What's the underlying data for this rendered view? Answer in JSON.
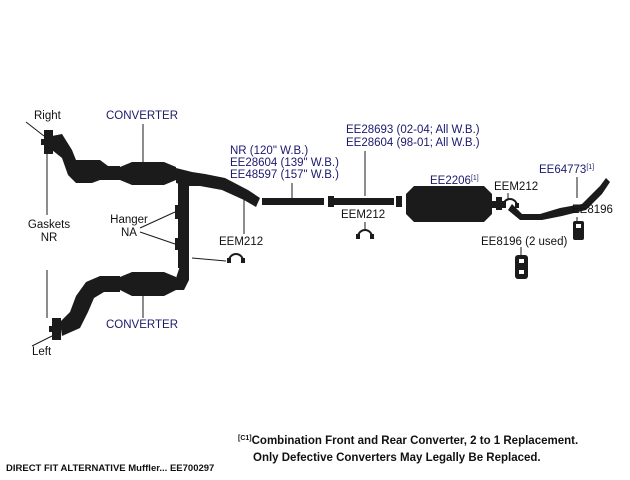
{
  "labels": {
    "right": "Right",
    "left": "Left",
    "converter_top": "CONVERTER",
    "converter_bottom": "CONVERTER",
    "gaskets": "Gaskets",
    "gaskets_nr": "NR",
    "hanger": "Hanger",
    "hanger_na": "NA",
    "eem212_left": "EEM212",
    "eem212_mid": "EEM212",
    "eem212_right": "EEM212",
    "pipe_opt_1": "NR (120\" W.B.)",
    "pipe_opt_2": "EE28604 (139\" W.B.)",
    "pipe_opt_3": "EE48597 (157\" W.B.)",
    "tail_opt_1": "EE28693 (02-04; All W.B.)",
    "tail_opt_2": "EE28604 (98-01; All W.B.)",
    "muffler": "EE2206",
    "muffler_sup": "[1]",
    "tailpipe": "EE64773",
    "tailpipe_sup": "[1]",
    "hanger_right": "EE8196",
    "hanger_used": "EE8196 (2 used)"
  },
  "note": {
    "marker": "[C1]",
    "line1": "Combination Front and Rear Converter, 2 to 1 Replacement.",
    "line2": "Only Defective Converters May Legally Be Replaced."
  },
  "footer": "DIRECT FIT ALTERNATIVE Muffler... EE700297",
  "colors": {
    "pipe": "#1b1b1b",
    "label_blue": "#1a1a6e",
    "background": "#ffffff"
  }
}
